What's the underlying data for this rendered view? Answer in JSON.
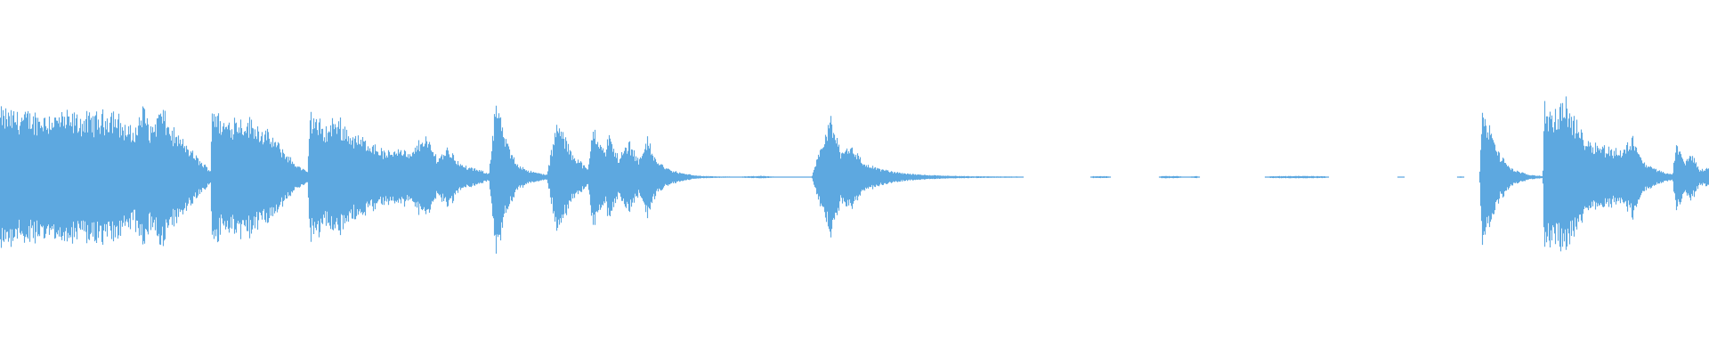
{
  "waveform": {
    "color": "#5da8e0",
    "background": "#ffffff",
    "amplitude_envelope": [
      {
        "t": 0.0,
        "a": 0.55
      },
      {
        "t": 0.012,
        "a": 0.53
      },
      {
        "t": 0.024,
        "a": 0.52
      },
      {
        "t": 0.036,
        "a": 0.52
      },
      {
        "t": 0.048,
        "a": 0.5
      },
      {
        "t": 0.06,
        "a": 0.52
      },
      {
        "t": 0.066,
        "a": 0.56
      },
      {
        "t": 0.072,
        "a": 0.44
      },
      {
        "t": 0.078,
        "a": 0.38
      },
      {
        "t": 0.084,
        "a": 0.6
      },
      {
        "t": 0.088,
        "a": 0.4
      },
      {
        "t": 0.094,
        "a": 0.58
      },
      {
        "t": 0.1,
        "a": 0.4
      },
      {
        "t": 0.108,
        "a": 0.28
      },
      {
        "t": 0.118,
        "a": 0.12
      },
      {
        "t": 0.123,
        "a": 0.06
      },
      {
        "t": 0.124,
        "a": 0.62
      },
      {
        "t": 0.13,
        "a": 0.45
      },
      {
        "t": 0.138,
        "a": 0.5
      },
      {
        "t": 0.148,
        "a": 0.46
      },
      {
        "t": 0.16,
        "a": 0.32
      },
      {
        "t": 0.172,
        "a": 0.12
      },
      {
        "t": 0.18,
        "a": 0.04
      },
      {
        "t": 0.181,
        "a": 0.55
      },
      {
        "t": 0.19,
        "a": 0.4
      },
      {
        "t": 0.197,
        "a": 0.5
      },
      {
        "t": 0.206,
        "a": 0.35
      },
      {
        "t": 0.216,
        "a": 0.3
      },
      {
        "t": 0.226,
        "a": 0.2
      },
      {
        "t": 0.234,
        "a": 0.26
      },
      {
        "t": 0.24,
        "a": 0.18
      },
      {
        "t": 0.248,
        "a": 0.36
      },
      {
        "t": 0.256,
        "a": 0.16
      },
      {
        "t": 0.262,
        "a": 0.25
      },
      {
        "t": 0.27,
        "a": 0.1
      },
      {
        "t": 0.28,
        "a": 0.06
      },
      {
        "t": 0.286,
        "a": 0.03
      },
      {
        "t": 0.29,
        "a": 0.65
      },
      {
        "t": 0.296,
        "a": 0.3
      },
      {
        "t": 0.302,
        "a": 0.12
      },
      {
        "t": 0.31,
        "a": 0.05
      },
      {
        "t": 0.32,
        "a": 0.02
      },
      {
        "t": 0.326,
        "a": 0.47
      },
      {
        "t": 0.334,
        "a": 0.22
      },
      {
        "t": 0.344,
        "a": 0.06
      },
      {
        "t": 0.347,
        "a": 0.45
      },
      {
        "t": 0.354,
        "a": 0.2
      },
      {
        "t": 0.356,
        "a": 0.36
      },
      {
        "t": 0.362,
        "a": 0.16
      },
      {
        "t": 0.368,
        "a": 0.3
      },
      {
        "t": 0.374,
        "a": 0.14
      },
      {
        "t": 0.378,
        "a": 0.34
      },
      {
        "t": 0.384,
        "a": 0.14
      },
      {
        "t": 0.392,
        "a": 0.06
      },
      {
        "t": 0.4,
        "a": 0.03
      },
      {
        "t": 0.41,
        "a": 0.01
      },
      {
        "t": 0.42,
        "a": 0.006
      },
      {
        "t": 0.43,
        "a": 0.004
      },
      {
        "t": 0.445,
        "a": 0.01
      },
      {
        "t": 0.455,
        "a": 0.004
      },
      {
        "t": 0.474,
        "a": 0.004
      },
      {
        "t": 0.475,
        "a": 0.003
      },
      {
        "t": 0.486,
        "a": 0.5
      },
      {
        "t": 0.492,
        "a": 0.22
      },
      {
        "t": 0.498,
        "a": 0.28
      },
      {
        "t": 0.505,
        "a": 0.12
      },
      {
        "t": 0.515,
        "a": 0.07
      },
      {
        "t": 0.525,
        "a": 0.04
      },
      {
        "t": 0.54,
        "a": 0.02
      },
      {
        "t": 0.56,
        "a": 0.01
      },
      {
        "t": 0.58,
        "a": 0.006
      },
      {
        "t": 0.598,
        "a": 0.005
      },
      {
        "t": 0.599,
        "a": 0.0
      },
      {
        "t": 0.638,
        "a": 0.0
      },
      {
        "t": 0.64,
        "a": 0.008
      },
      {
        "t": 0.648,
        "a": 0.008
      },
      {
        "t": 0.65,
        "a": 0.0
      },
      {
        "t": 0.678,
        "a": 0.0
      },
      {
        "t": 0.68,
        "a": 0.01
      },
      {
        "t": 0.69,
        "a": 0.008
      },
      {
        "t": 0.694,
        "a": 0.0
      },
      {
        "t": 0.7,
        "a": 0.01
      },
      {
        "t": 0.702,
        "a": 0.0
      },
      {
        "t": 0.74,
        "a": 0.0
      },
      {
        "t": 0.744,
        "a": 0.008
      },
      {
        "t": 0.76,
        "a": 0.01
      },
      {
        "t": 0.775,
        "a": 0.008
      },
      {
        "t": 0.778,
        "a": 0.0
      },
      {
        "t": 0.818,
        "a": 0.0
      },
      {
        "t": 0.82,
        "a": 0.006
      },
      {
        "t": 0.822,
        "a": 0.0
      },
      {
        "t": 0.853,
        "a": 0.0
      },
      {
        "t": 0.855,
        "a": 0.006
      },
      {
        "t": 0.857,
        "a": 0.0
      },
      {
        "t": 0.866,
        "a": 0.0
      },
      {
        "t": 0.867,
        "a": 0.55
      },
      {
        "t": 0.872,
        "a": 0.4
      },
      {
        "t": 0.878,
        "a": 0.18
      },
      {
        "t": 0.886,
        "a": 0.06
      },
      {
        "t": 0.895,
        "a": 0.02
      },
      {
        "t": 0.903,
        "a": 0.01
      },
      {
        "t": 0.904,
        "a": 0.62
      },
      {
        "t": 0.91,
        "a": 0.5
      },
      {
        "t": 0.916,
        "a": 0.66
      },
      {
        "t": 0.922,
        "a": 0.45
      },
      {
        "t": 0.93,
        "a": 0.3
      },
      {
        "t": 0.94,
        "a": 0.25
      },
      {
        "t": 0.95,
        "a": 0.22
      },
      {
        "t": 0.956,
        "a": 0.35
      },
      {
        "t": 0.962,
        "a": 0.12
      },
      {
        "t": 0.972,
        "a": 0.05
      },
      {
        "t": 0.979,
        "a": 0.02
      },
      {
        "t": 0.981,
        "a": 0.3
      },
      {
        "t": 0.986,
        "a": 0.12
      },
      {
        "t": 0.99,
        "a": 0.2
      },
      {
        "t": 0.995,
        "a": 0.06
      },
      {
        "t": 1.0,
        "a": 0.08
      }
    ]
  }
}
